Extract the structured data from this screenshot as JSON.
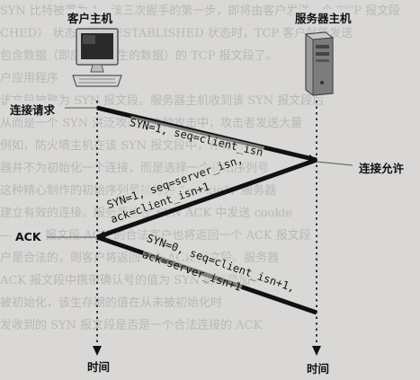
{
  "hosts": {
    "client_label": "客户主机",
    "server_label": "服务器主机"
  },
  "events": {
    "connect_request": "连接请求",
    "connect_granted": "连接允许",
    "ack": "ACK"
  },
  "segments": {
    "syn": "SYN=1, seq=client_isn",
    "synack_line1": "SYN=1, seq=server_isn,",
    "synack_line2": "ack=client_isn+1",
    "ack_line1": "SYN=0, seq=client_isn+1,",
    "ack_line2": "ack=server_isn+1"
  },
  "time_labels": {
    "client": "时间",
    "server": "时间"
  },
  "background_text": [
    "SYN 比特被置为 1。该三次握手的第一步，即将由客户发送一个 TCP 报文段",
    "CHED） 状态。当在 ESTABLISHED 状态时，TCP 客户就能发送",
    "包含数据（即应用层产生的数据）的 TCP 报文段了。",
    "户应用程序",
    "该文段被称为 SYN 报文段。服务器主机收到该 SYN 报文段后",
    "从而是一个 SYN 洪泛攻击，这种攻击中，攻击者发送大量",
    "例如，防火墙主机在该 SYN 报文段中，存储的",
    "器并不为初始化一个连接，而是选择一个初始序列号",
    "这种精心制作的初始序列号被称为 “cookie”，服务器",
    "   建立有效的连接。服务器将在 SYN ACK 中发送 cookie",
    "— SYN 报文段 ACK 的合法客户也将返回一个 ACK 报文段",
    "户是合法的，则客户将返回一个 ACK 报文段。服务器",
    "ACK 报文段中携带确认号的值为 SYN 的序号加一",
    "被初始化，该生存期的值在从未被初始化时",
    "发收到的 SYN 报文段是否是一个合法连接的 ACK"
  ]
}
